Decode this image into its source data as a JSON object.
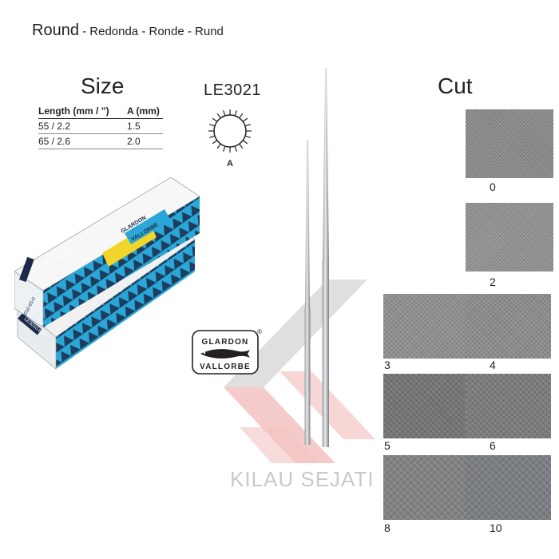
{
  "header": {
    "title_main": "Round",
    "title_rest": " - Redonda - Ronde - Rund"
  },
  "size": {
    "heading": "Size",
    "columns": [
      "Length (mm / ”)",
      "A (mm)"
    ],
    "rows": [
      [
        "55 / 2.2",
        "1.5"
      ],
      [
        "65 / 2.6",
        "2.0"
      ]
    ]
  },
  "profile": {
    "code": "LE3021",
    "dimension_label": "A",
    "icon": "round-file-cross-section-icon"
  },
  "logo": {
    "line1": "GLARDON",
    "line2": "VALLORBE",
    "mark": "®",
    "icon": "fish-icon"
  },
  "packaging": {
    "box_label_front": "LE3010-65-0",
    "box_label_back": "LE3010-65-0",
    "box_label_end": "LE3010-65-2",
    "brand_front": "GLARDON",
    "brand_front_2": "VALLORBE",
    "colors": {
      "cyan": "#2aa7d6",
      "navy": "#1b2a4a",
      "yellow": "#f2d52a"
    }
  },
  "cut": {
    "heading": "Cut",
    "swatches": [
      {
        "label": "0",
        "color": "#8a8a8a"
      },
      {
        "label": "2",
        "color": "#929292"
      },
      {
        "label": "3",
        "color": "#8f8f8f"
      },
      {
        "label": "4",
        "color": "#8c8c8c"
      },
      {
        "label": "5",
        "color": "#747474"
      },
      {
        "label": "6",
        "color": "#7b7b7b"
      },
      {
        "label": "8",
        "color": "#828282"
      },
      {
        "label": "10",
        "color": "#7a7d82"
      }
    ]
  },
  "watermark": {
    "text": "KILAU SEJATI",
    "colors": {
      "red": "#f4c4c4",
      "grey": "#d9d9d9"
    }
  }
}
